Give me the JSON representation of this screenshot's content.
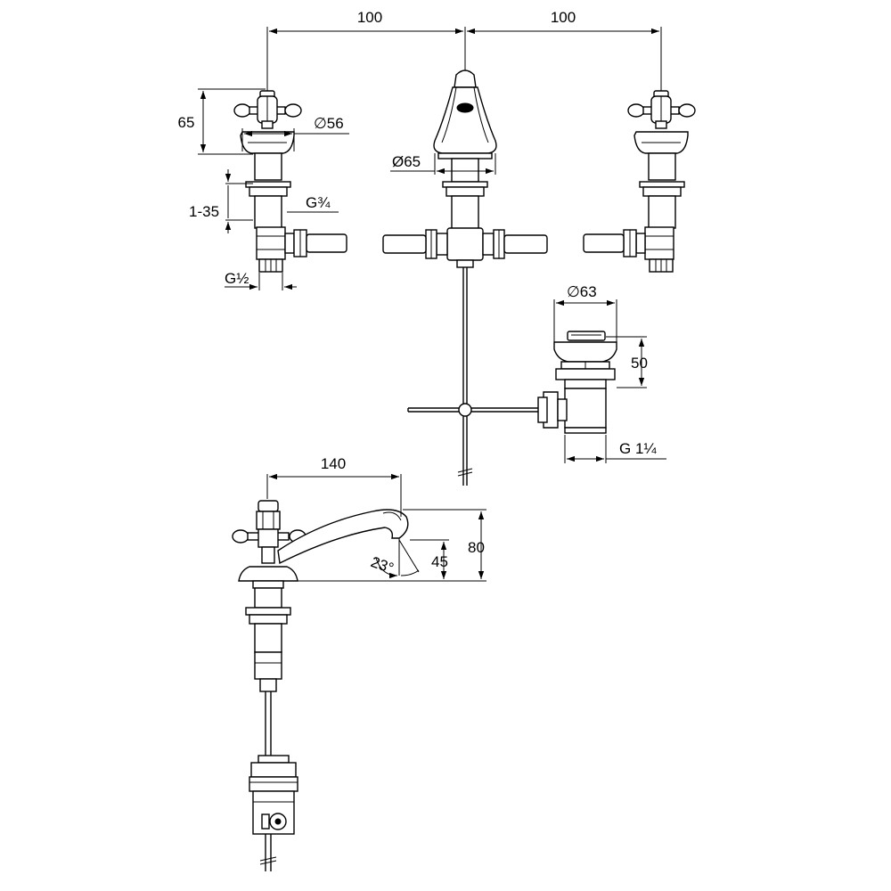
{
  "dimensions": {
    "spacing_left": "100",
    "spacing_right": "100",
    "handle_height": "65",
    "handle_diameter": "∅56",
    "deck_range": "1-35",
    "connection_outlet": "G¾",
    "connection_inlet": "G½",
    "spout_diameter": "Ø65",
    "waste_diameter": "∅63",
    "waste_height": "50",
    "waste_thread": "G 1¼",
    "spout_reach": "140",
    "spout_height": "80",
    "outlet_height": "45",
    "spout_angle": "23°"
  }
}
